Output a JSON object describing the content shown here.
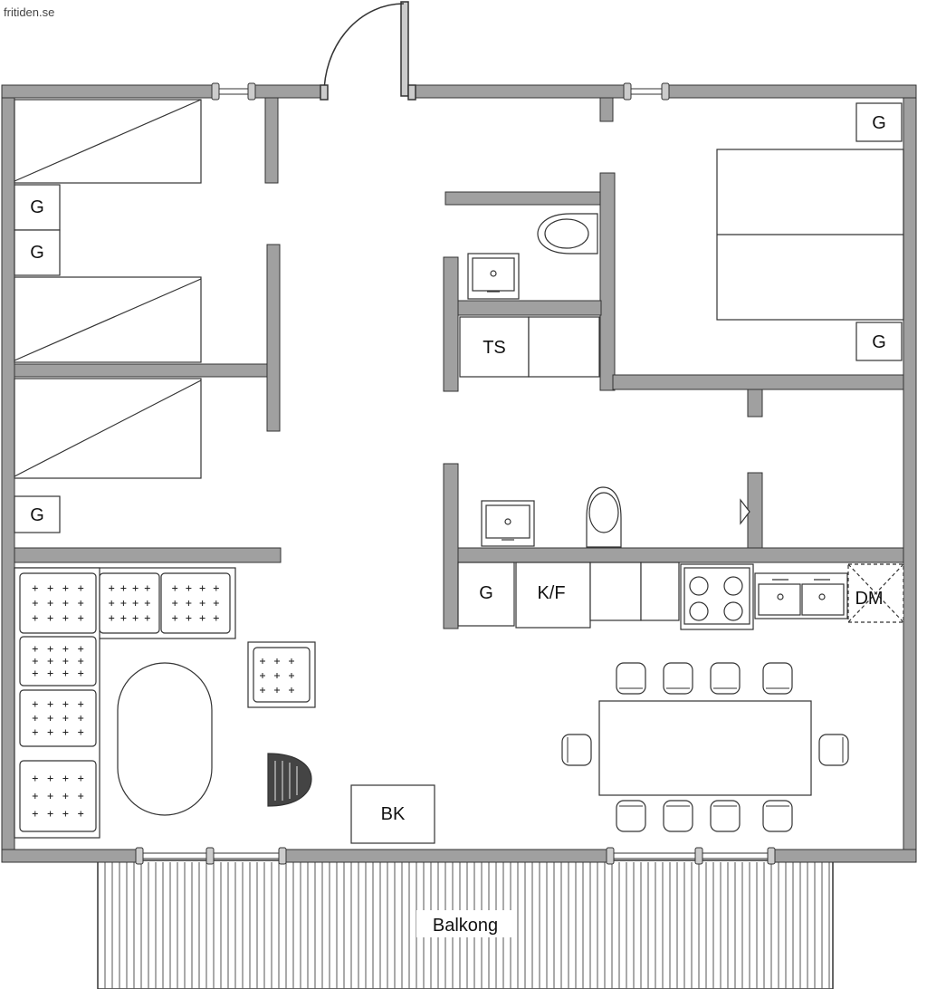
{
  "watermark": "fritiden.se",
  "labels": {
    "g": "G",
    "ts": "TS",
    "kf": "K/F",
    "dm": "DM",
    "bk": "BK",
    "balcony": "Balkong"
  },
  "colors": {
    "wall": "#a0a0a0",
    "line": "#333333",
    "background": "#ffffff"
  }
}
